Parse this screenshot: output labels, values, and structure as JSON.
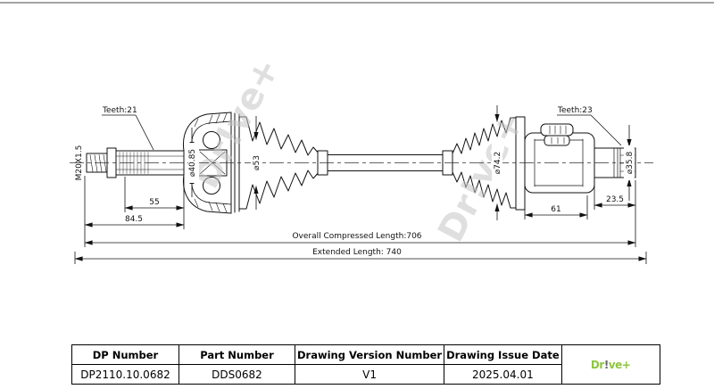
{
  "watermark": {
    "text": "Dr!ve+"
  },
  "drawing": {
    "annotations": {
      "teeth_left": "Teeth:21",
      "teeth_right": "Teeth:23",
      "thread_spec": "M20X1.5"
    },
    "diameters": {
      "spline": "⌀40.85",
      "left_boot": "⌀53",
      "right_boot": "⌀74.2",
      "right_stub": "⌀35.8"
    },
    "lengths": {
      "spline_visible": "55",
      "left_end": "84.5",
      "right_joint": "61",
      "right_stub": "23.5",
      "overall": "Overall Compressed Length:706",
      "extended": "Extended Length: 740"
    }
  },
  "title_block": {
    "headers": [
      "DP Number",
      "Part Number",
      "Drawing Version Number",
      "Drawing Issue Date"
    ],
    "values": [
      "DP2110.10.0682",
      "DDS0682",
      "V1",
      "2025.04.01"
    ]
  },
  "logo": {
    "pre": "Dr",
    "bang": "!",
    "post": "ve+",
    "green": "#8dc63f",
    "gray": "#64666a"
  }
}
